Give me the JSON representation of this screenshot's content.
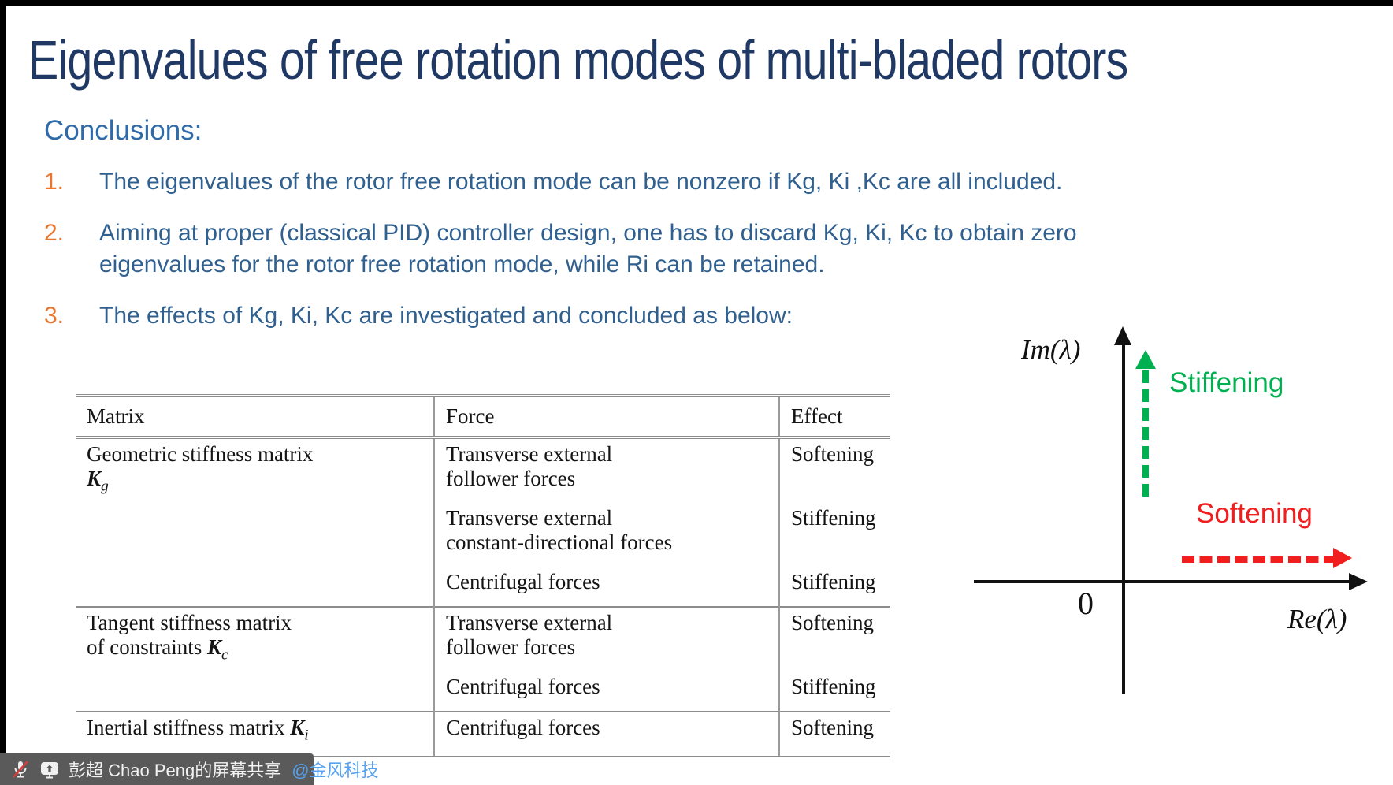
{
  "colors": {
    "title": "#1F3864",
    "heading": "#2F6BA8",
    "body_text": "#30608F",
    "list_number": "#E8762E",
    "stiffening": "#00B050",
    "softening": "#F01E1E",
    "share_bar_bg": "#5A5A5A",
    "mention_link": "#55A2F0"
  },
  "title": "Eigenvalues of free rotation modes of multi-bladed rotors",
  "conclusions": {
    "heading": "Conclusions:",
    "items": [
      {
        "number": "1.",
        "text": "The eigenvalues of the rotor free rotation mode can be nonzero if Kg, Ki ,Kc are all included."
      },
      {
        "number": "2.",
        "text": "Aiming at proper (classical PID) controller design, one has to discard Kg, Ki, Kc to obtain zero\neigenvalues for the rotor free rotation mode, while Ri can be retained."
      },
      {
        "number": "3.",
        "text": "The effects of Kg, Ki, Kc are investigated and concluded as below:"
      }
    ]
  },
  "table": {
    "headers": [
      "Matrix",
      "Force",
      "Effect"
    ],
    "groups": [
      {
        "name_line1": "Geometric stiffness matrix",
        "symbol": "K",
        "symbol_sub": "g",
        "rows": [
          {
            "force": "Transverse external\nfollower forces",
            "effect": "Softening"
          },
          {
            "force": "Transverse external\nconstant-directional forces",
            "effect": "Stiffening"
          },
          {
            "force": "Centrifugal forces",
            "effect": "Stiffening"
          }
        ]
      },
      {
        "name_line1": "Tangent stiffness matrix",
        "name_line2": "of constraints ",
        "symbol": "K",
        "symbol_sub": "c",
        "rows": [
          {
            "force": "Transverse external\nfollower forces",
            "effect": "Softening"
          },
          {
            "force": "Centrifugal forces",
            "effect": "Stiffening"
          }
        ]
      },
      {
        "name_line1": "Inertial stiffness matrix ",
        "symbol": "K",
        "symbol_sub": "i",
        "rows": [
          {
            "force": "Centrifugal forces",
            "effect": "Softening"
          }
        ]
      }
    ]
  },
  "diagram": {
    "im_axis_label": "Im(λ)",
    "re_axis_label": "Re(λ)",
    "origin_label": "0",
    "stiffening_label": "Stiffening",
    "softening_label": "Softening",
    "stiffening_arrow_color": "#00B050",
    "softening_arrow_color": "#F01E1E"
  },
  "share_bar": {
    "mic_icon": "muted-microphone-icon",
    "share_icon": "screen-share-icon",
    "text": "彭超 Chao Peng的屏幕共享",
    "mention": "@金风科技"
  }
}
